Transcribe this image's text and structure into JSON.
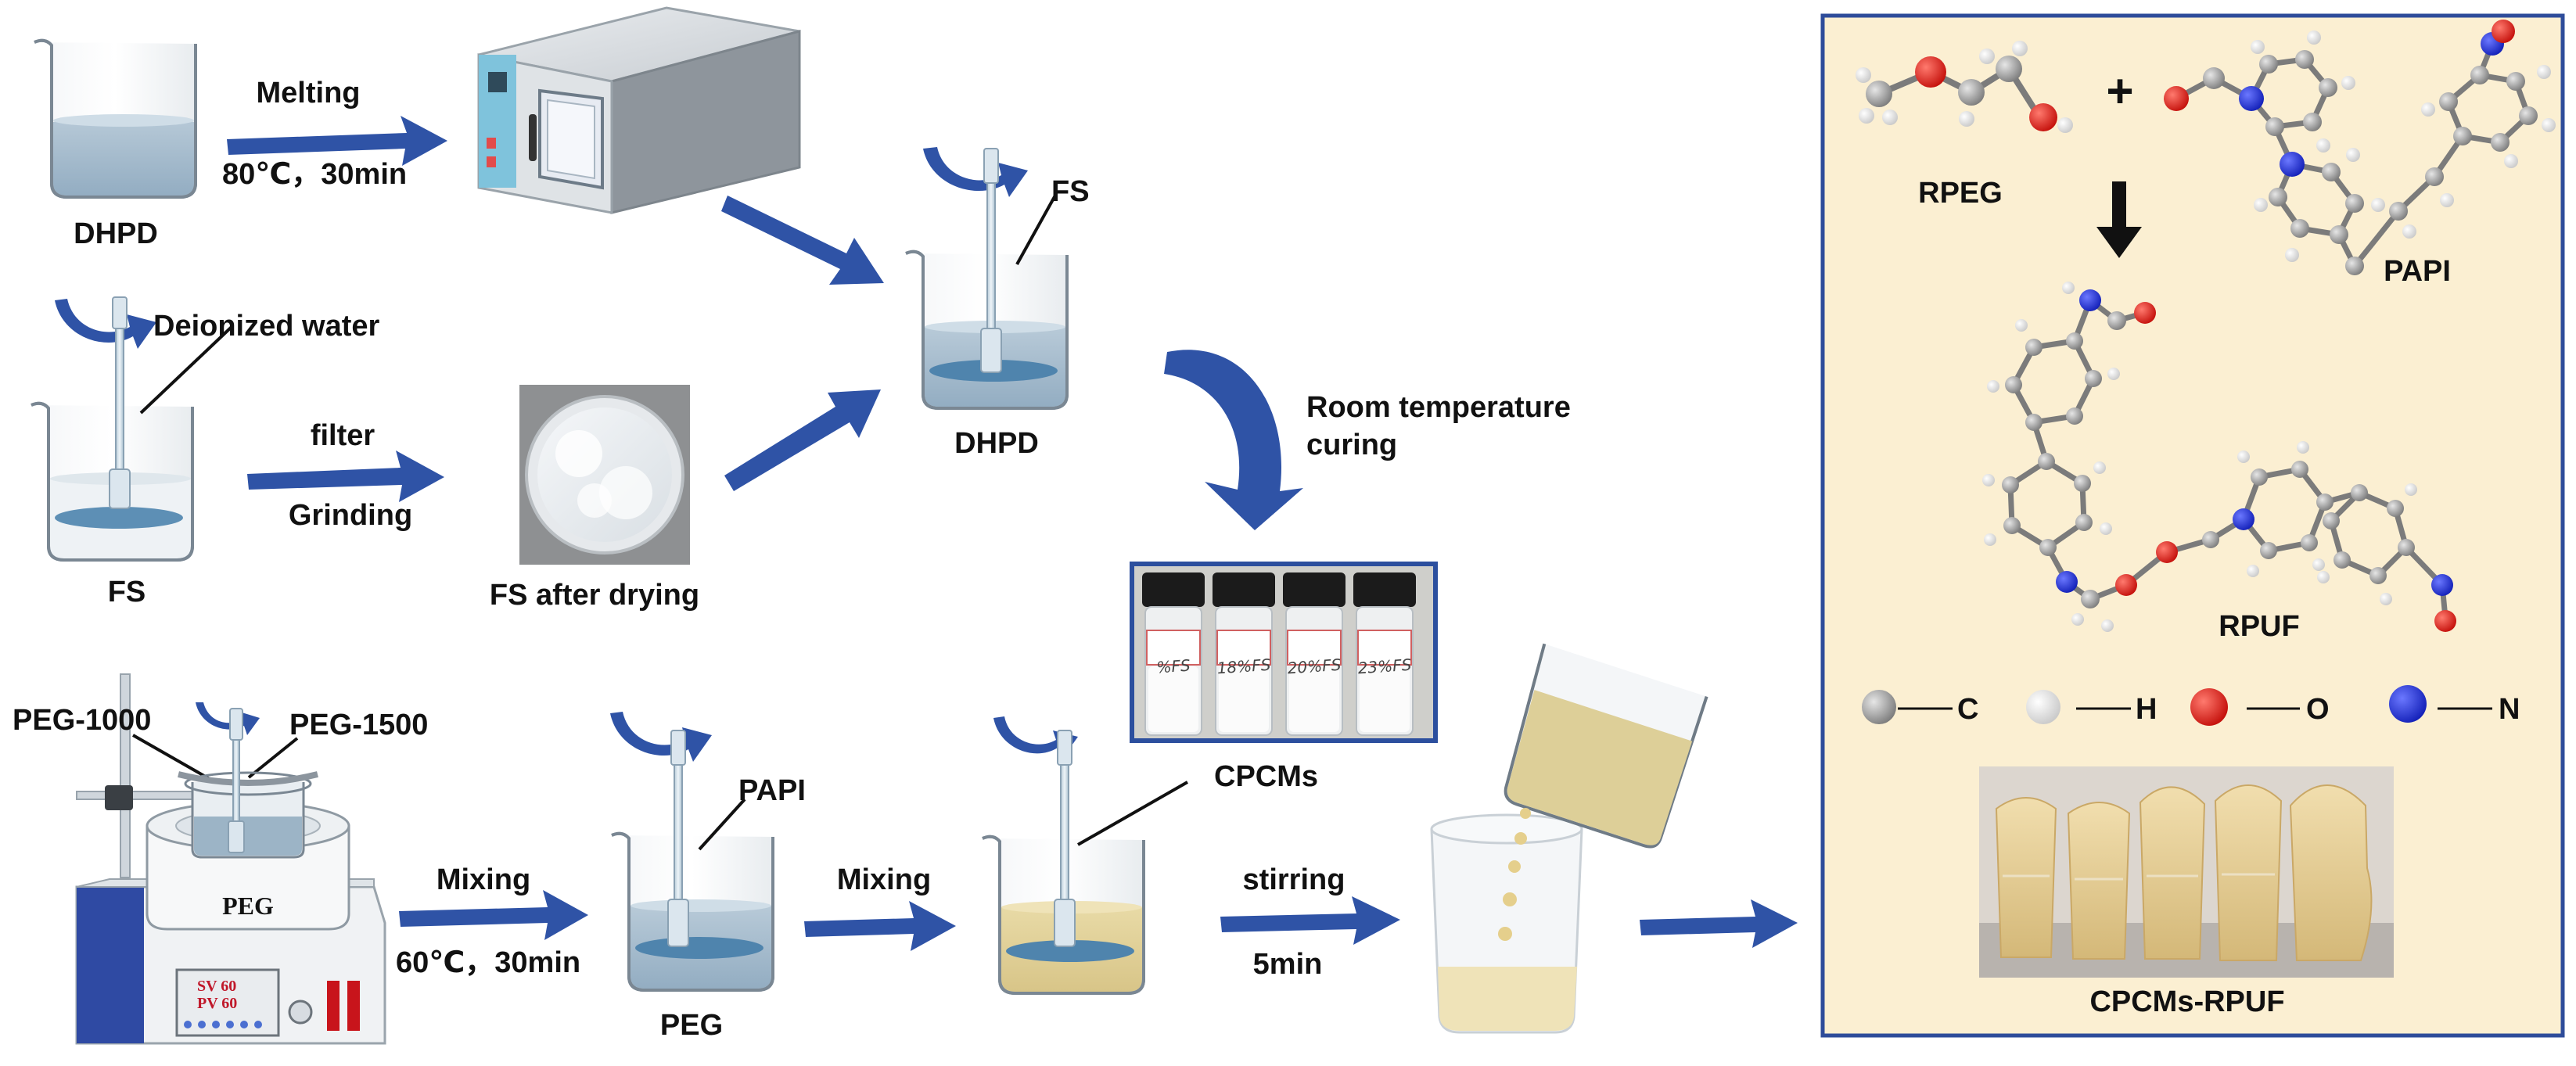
{
  "colors": {
    "arrow": "#2f53a6",
    "panel_bg": "#fbefd2",
    "panel_border": "#2e4c9a",
    "liquid_blue": "#9db6c9",
    "liquid_tan": "#e3d39a",
    "carbon": "#9a9a9a",
    "hydrogen": "#f2f2f2",
    "oxygen": "#e0221d",
    "nitrogen": "#1f2ed8"
  },
  "labels": {
    "dhpd_top": "DHPD",
    "melting": "Melting",
    "melting_cond": "80℃，30min",
    "fs_stir": "FS",
    "dhpd_mid": "DHPD",
    "deionized_water": "Deionized water",
    "fs_beaker": "FS",
    "filter": "filter",
    "grinding": "Grinding",
    "fs_after_drying": "FS after drying",
    "room_temp_1": "Room temperature",
    "room_temp_2": "curing",
    "peg_1000": "PEG-1000",
    "peg_1500": "PEG-1500",
    "peg_bath": "PEG",
    "sv_text": "SV   60",
    "pv_text": "PV   60",
    "mixing_1": "Mixing",
    "mixing_1_cond": "60℃，30min",
    "papi": "PAPI",
    "peg_beaker": "PEG",
    "mixing_2": "Mixing",
    "cpcms": "CPCMs",
    "stirring": "stirring",
    "stirring_time": "5min"
  },
  "vials": [
    "%FS",
    "18%FS",
    "20%FS",
    "23%FS"
  ],
  "panel": {
    "plus": "+",
    "rpeg": "RPEG",
    "papi": "PAPI",
    "rpuf": "RPUF",
    "legend": [
      {
        "symbol": "C",
        "color": "#9a9a9a"
      },
      {
        "symbol": "H",
        "color": "#f2f2f2"
      },
      {
        "symbol": "O",
        "color": "#e0221d"
      },
      {
        "symbol": "N",
        "color": "#1f2ed8"
      }
    ],
    "foam_caption": "CPCMs-RPUF"
  }
}
